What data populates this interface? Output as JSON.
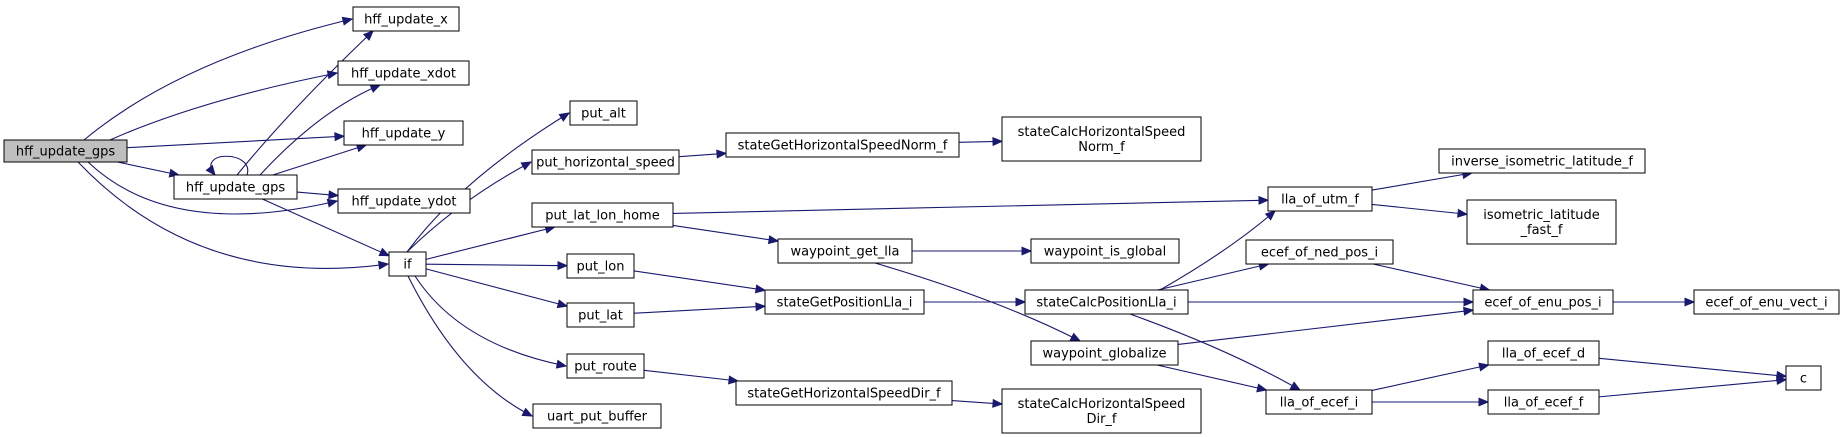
{
  "nodes": {
    "hff_update_gps_root": {
      "lines": [
        "hff_update_gps"
      ],
      "root": true
    },
    "hff_update_x": {
      "lines": [
        "hff_update_x"
      ]
    },
    "hff_update_xdot": {
      "lines": [
        "hff_update_xdot"
      ]
    },
    "hff_update_y": {
      "lines": [
        "hff_update_y"
      ]
    },
    "hff_update_ydot": {
      "lines": [
        "hff_update_ydot"
      ]
    },
    "hff_update_gps": {
      "lines": [
        "hff_update_gps"
      ]
    },
    "if": {
      "lines": [
        "if"
      ]
    },
    "put_alt": {
      "lines": [
        "put_alt"
      ]
    },
    "put_horizontal_speed": {
      "lines": [
        "put_horizontal_speed"
      ]
    },
    "put_lat_lon_home": {
      "lines": [
        "put_lat_lon_home"
      ]
    },
    "put_lon": {
      "lines": [
        "put_lon"
      ]
    },
    "put_lat": {
      "lines": [
        "put_lat"
      ]
    },
    "put_route": {
      "lines": [
        "put_route"
      ]
    },
    "uart_put_buffer": {
      "lines": [
        "uart_put_buffer"
      ]
    },
    "stateGetHorizontalSpeedNorm_f": {
      "lines": [
        "stateGetHorizontalSpeedNorm_f"
      ]
    },
    "stateCalcHorizontalSpeedNorm_f": {
      "lines": [
        "stateCalcHorizontalSpeed",
        "Norm_f"
      ]
    },
    "waypoint_get_lla": {
      "lines": [
        "waypoint_get_lla"
      ]
    },
    "waypoint_is_global": {
      "lines": [
        "waypoint_is_global"
      ]
    },
    "stateGetPositionLla_i": {
      "lines": [
        "stateGetPositionLla_i"
      ]
    },
    "stateCalcPositionLla_i": {
      "lines": [
        "stateCalcPositionLla_i"
      ]
    },
    "waypoint_globalize": {
      "lines": [
        "waypoint_globalize"
      ]
    },
    "stateGetHorizontalSpeedDir_f": {
      "lines": [
        "stateGetHorizontalSpeedDir_f"
      ]
    },
    "stateCalcHorizontalSpeedDir_f": {
      "lines": [
        "stateCalcHorizontalSpeed",
        "Dir_f"
      ]
    },
    "lla_of_utm_f": {
      "lines": [
        "lla_of_utm_f"
      ]
    },
    "ecef_of_ned_pos_i": {
      "lines": [
        "ecef_of_ned_pos_i"
      ]
    },
    "lla_of_ecef_i": {
      "lines": [
        "lla_of_ecef_i"
      ]
    },
    "inverse_isometric_latitude_f": {
      "lines": [
        "inverse_isometric_latitude_f"
      ]
    },
    "isometric_latitude_fast_f": {
      "lines": [
        "isometric_latitude",
        "_fast_f"
      ]
    },
    "ecef_of_enu_pos_i": {
      "lines": [
        "ecef_of_enu_pos_i"
      ]
    },
    "lla_of_ecef_d": {
      "lines": [
        "lla_of_ecef_d"
      ]
    },
    "lla_of_ecef_f": {
      "lines": [
        "lla_of_ecef_f"
      ]
    },
    "ecef_of_enu_vect_i": {
      "lines": [
        "ecef_of_enu_vect_i"
      ]
    },
    "c": {
      "lines": [
        "c"
      ]
    }
  },
  "edges": [
    [
      "hff_update_gps_root",
      "hff_update_x"
    ],
    [
      "hff_update_gps_root",
      "hff_update_xdot"
    ],
    [
      "hff_update_gps_root",
      "hff_update_y"
    ],
    [
      "hff_update_gps_root",
      "hff_update_ydot"
    ],
    [
      "hff_update_gps_root",
      "hff_update_gps"
    ],
    [
      "hff_update_gps_root",
      "if"
    ],
    [
      "hff_update_gps",
      "hff_update_x"
    ],
    [
      "hff_update_gps",
      "hff_update_xdot"
    ],
    [
      "hff_update_gps",
      "hff_update_y"
    ],
    [
      "hff_update_gps",
      "hff_update_ydot"
    ],
    [
      "hff_update_gps",
      "hff_update_gps"
    ],
    [
      "hff_update_gps",
      "if"
    ],
    [
      "if",
      "put_alt"
    ],
    [
      "if",
      "put_horizontal_speed"
    ],
    [
      "if",
      "put_lat_lon_home"
    ],
    [
      "if",
      "put_lon"
    ],
    [
      "if",
      "put_lat"
    ],
    [
      "if",
      "put_route"
    ],
    [
      "if",
      "uart_put_buffer"
    ],
    [
      "put_horizontal_speed",
      "stateGetHorizontalSpeedNorm_f"
    ],
    [
      "stateGetHorizontalSpeedNorm_f",
      "stateCalcHorizontalSpeedNorm_f"
    ],
    [
      "put_lat_lon_home",
      "lla_of_utm_f"
    ],
    [
      "put_lat_lon_home",
      "waypoint_get_lla"
    ],
    [
      "waypoint_get_lla",
      "waypoint_is_global"
    ],
    [
      "waypoint_get_lla",
      "waypoint_globalize"
    ],
    [
      "put_lon",
      "stateGetPositionLla_i"
    ],
    [
      "put_lat",
      "stateGetPositionLla_i"
    ],
    [
      "stateGetPositionLla_i",
      "stateCalcPositionLla_i"
    ],
    [
      "stateCalcPositionLla_i",
      "lla_of_utm_f"
    ],
    [
      "stateCalcPositionLla_i",
      "ecef_of_ned_pos_i"
    ],
    [
      "stateCalcPositionLla_i",
      "ecef_of_enu_pos_i"
    ],
    [
      "stateCalcPositionLla_i",
      "lla_of_ecef_i"
    ],
    [
      "waypoint_globalize",
      "ecef_of_enu_pos_i"
    ],
    [
      "waypoint_globalize",
      "lla_of_ecef_i"
    ],
    [
      "put_route",
      "stateGetHorizontalSpeedDir_f"
    ],
    [
      "stateGetHorizontalSpeedDir_f",
      "stateCalcHorizontalSpeedDir_f"
    ],
    [
      "lla_of_utm_f",
      "inverse_isometric_latitude_f"
    ],
    [
      "lla_of_utm_f",
      "isometric_latitude_fast_f"
    ],
    [
      "ecef_of_ned_pos_i",
      "ecef_of_enu_pos_i"
    ],
    [
      "ecef_of_enu_pos_i",
      "ecef_of_enu_vect_i"
    ],
    [
      "lla_of_ecef_i",
      "lla_of_ecef_d"
    ],
    [
      "lla_of_ecef_i",
      "lla_of_ecef_f"
    ],
    [
      "lla_of_ecef_d",
      "c"
    ],
    [
      "lla_of_ecef_f",
      "c"
    ]
  ]
}
